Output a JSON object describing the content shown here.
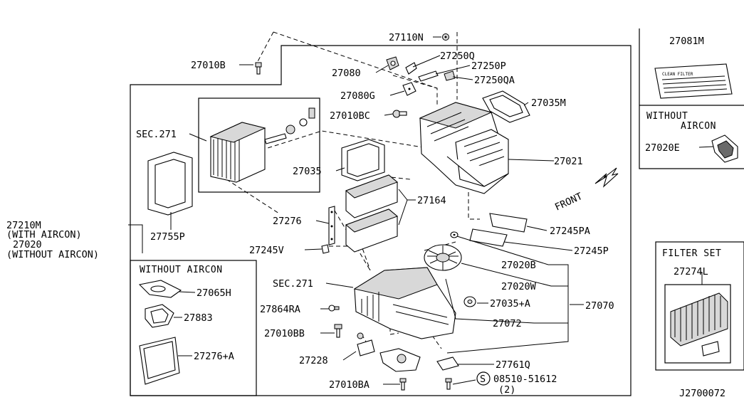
{
  "labels": {
    "p27110N": "27110N",
    "p27250Q": "27250Q",
    "p27010B": "27010B",
    "p27080": "27080",
    "p27250P": "27250P",
    "p27250QA": "27250QA",
    "p27080G": "27080G",
    "p27035M": "27035M",
    "p27010BC": "27010BC",
    "sec271_top": "SEC.271",
    "p27021": "27021",
    "p27035": "27035",
    "p27164": "27164",
    "p27276": "27276",
    "p27245PA": "27245PA",
    "p27245P": "27245P",
    "p27755P": "27755P",
    "p27245V": "27245V",
    "p27020B": "27020B",
    "p27020W": "27020W",
    "sec271_bot": "SEC.271",
    "p27035A": "27035+A",
    "p27070": "27070",
    "p27864RA": "27864RA",
    "p27072": "27072",
    "p27010BB": "27010BB",
    "p27228": "27228",
    "p27761Q": "27761Q",
    "p27010BA": "27010BA",
    "p08510": "08510-51612",
    "p08510_qty": "(2)",
    "screw_mark": "S",
    "front": "FRONT"
  },
  "main_callout": {
    "part": "27210M",
    "note1": "(WITH AIRCON)",
    "part2": "27020",
    "note2": "(WITHOUT AIRCON)"
  },
  "without_aircon_box": {
    "title": "WITHOUT AIRCON",
    "parts": [
      "27065H",
      "27883",
      "27276+A"
    ]
  },
  "right_top_box": {
    "part": "27081M",
    "label_text": "CLEAN FILTER",
    "without_line1": "WITHOUT",
    "without_line2": "AIRCON",
    "without_part": "27020E"
  },
  "filter_set_box": {
    "title": "FILTER SET",
    "part": "27274L"
  },
  "diagram_id": "J2700072"
}
